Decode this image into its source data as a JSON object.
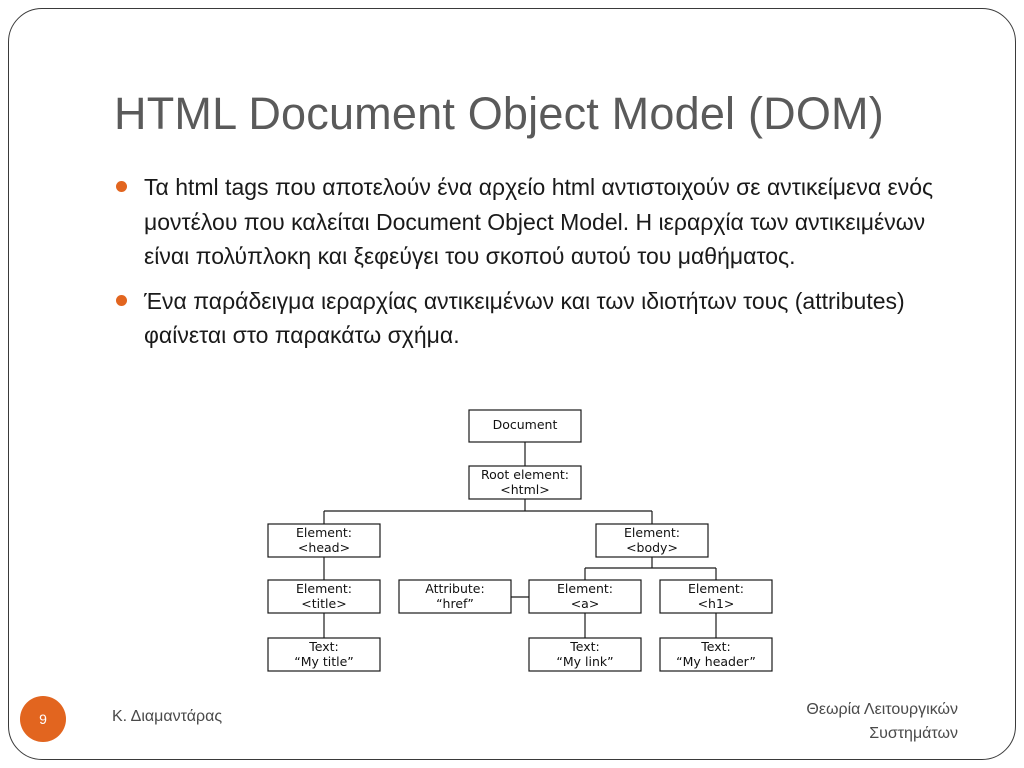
{
  "slide": {
    "title": "HTML Document Object Model (DOM)",
    "bullets": [
      "Τα html tags που αποτελούν ένα αρχείο html αντιστοιχούν σε αντικείμενα ενός μοντέλου που καλείται Document Object Model. Η ιεραρχία των αντικειμένων είναι πολύπλοκη και ξεφεύγει του σκοπού αυτού του μαθήματος.",
      "Ένα παράδειγμα ιεραρχίας αντικειμένων και των ιδιοτήτων τους (attributes) φαίνεται στο παρακάτω σχήμα."
    ],
    "accent_color": "#e2651f"
  },
  "diagram": {
    "nodes": {
      "document": [
        "Document",
        ""
      ],
      "root": [
        "Root element:",
        "<html>"
      ],
      "head": [
        "Element:",
        "<head>"
      ],
      "body": [
        "Element:",
        "<body>"
      ],
      "title": [
        "Element:",
        "<title>"
      ],
      "href": [
        "Attribute:",
        "“href”"
      ],
      "a": [
        "Element:",
        "<a>"
      ],
      "h1": [
        "Element:",
        "<h1>"
      ],
      "title_text": [
        "Text:",
        "“My title”"
      ],
      "link_text": [
        "Text:",
        "“My link”"
      ],
      "header_text": [
        "Text:",
        "“My header”"
      ]
    }
  },
  "footer": {
    "page_number": "9",
    "author": "Κ. Διαμαντάρας",
    "course_line1": "Θεωρία Λειτουργικών",
    "course_line2": "Συστημάτων"
  }
}
